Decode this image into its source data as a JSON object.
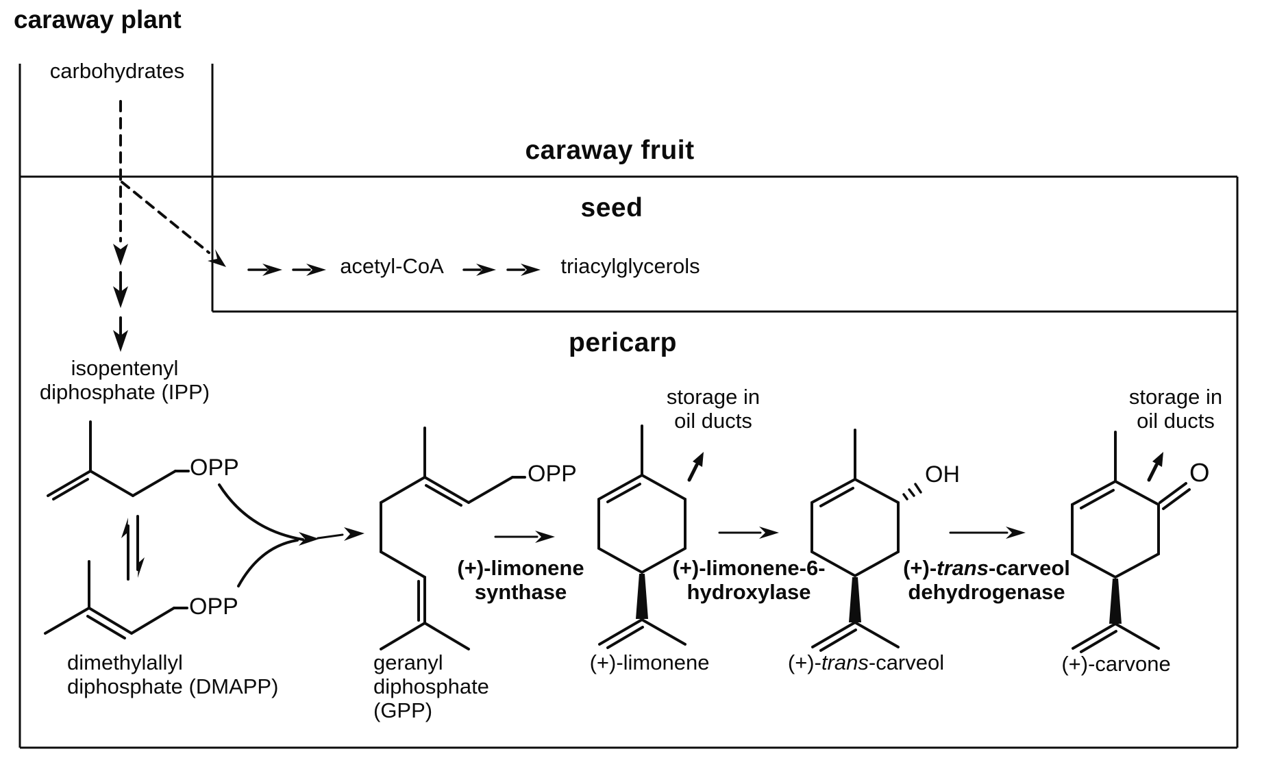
{
  "title": "caraway plant",
  "plant": {
    "carbohydrates": "carbohydrates"
  },
  "fruit": {
    "label": "caraway fruit",
    "seed": {
      "label": "seed",
      "acetyl_coa": "acetyl-CoA",
      "triacylglycerols": "triacylglycerols"
    },
    "pericarp": {
      "label": "pericarp",
      "ipp": {
        "line1": "isopentenyl",
        "line2": "diphosphate (IPP)",
        "opp": "OPP"
      },
      "dmapp": {
        "line1": "dimethylallyl",
        "line2": "diphosphate (DMAPP)",
        "opp": "OPP"
      },
      "gpp": {
        "line1": "geranyl",
        "line2": "diphosphate",
        "line3": "(GPP)",
        "opp": "OPP"
      },
      "limonene": {
        "name": "(+)-limonene"
      },
      "carveol": {
        "prefix": "(+)-",
        "italic": "trans",
        "suffix": "-carveol",
        "oh": "OH"
      },
      "carvone": {
        "name": "(+)-carvone",
        "oxygen": "O"
      },
      "enzymes": {
        "synthase": {
          "line1": "(+)-limonene",
          "line2": "synthase"
        },
        "hydroxylase": {
          "line1": "(+)-limonene-6-",
          "line2": "hydroxylase"
        },
        "dehydrogenase": {
          "line1_prefix": "(+)-",
          "line1_italic": "trans",
          "line1_suffix": "-carveol",
          "line2": "dehydrogenase"
        }
      },
      "storage_limonene": {
        "line1": "storage in",
        "line2": "oil ducts"
      },
      "storage_carvone": {
        "line1": "storage in",
        "line2": "oil ducts"
      }
    }
  }
}
